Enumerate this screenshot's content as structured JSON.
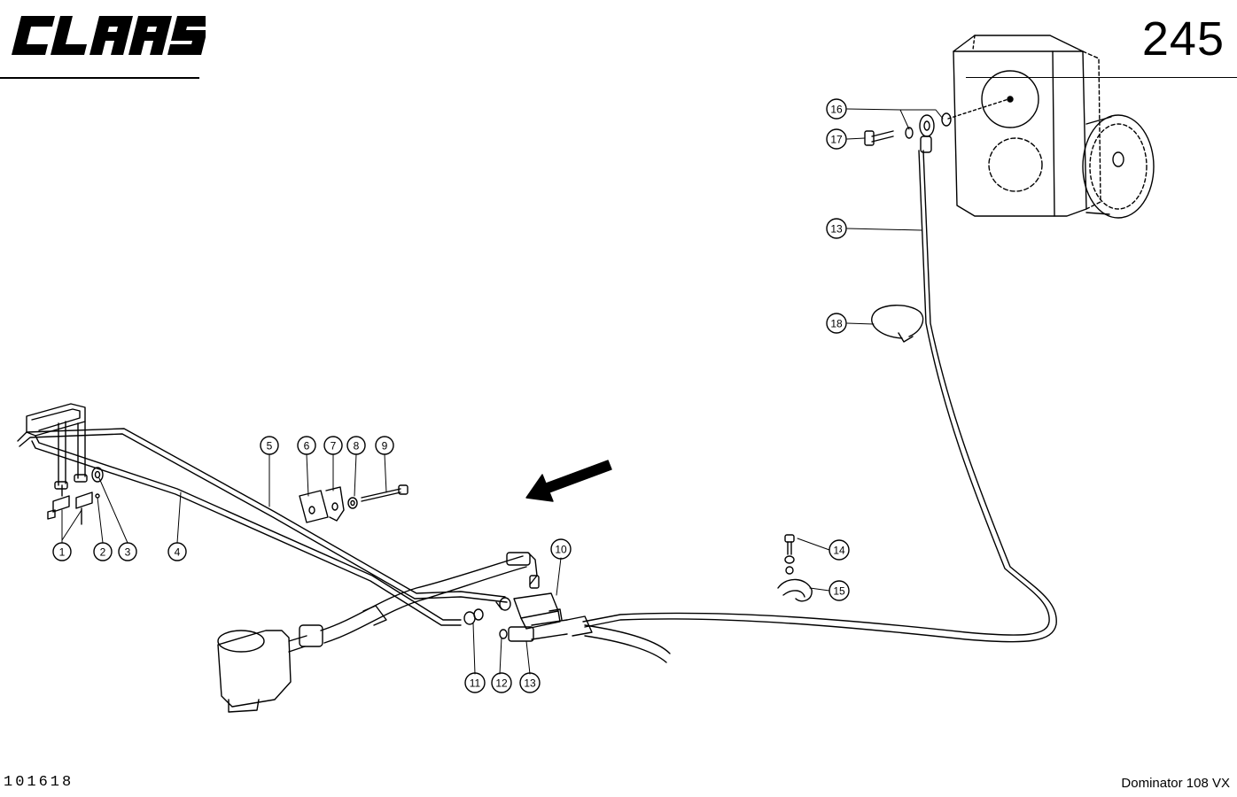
{
  "header": {
    "brand": "CLAAS",
    "page_number": "245"
  },
  "callouts": [
    {
      "id": "c1",
      "label": "1"
    },
    {
      "id": "c2",
      "label": "2"
    },
    {
      "id": "c3",
      "label": "3"
    },
    {
      "id": "c4",
      "label": "4"
    },
    {
      "id": "c5",
      "label": "5"
    },
    {
      "id": "c6",
      "label": "6"
    },
    {
      "id": "c7",
      "label": "7"
    },
    {
      "id": "c8",
      "label": "8"
    },
    {
      "id": "c9",
      "label": "9"
    },
    {
      "id": "c10",
      "label": "10"
    },
    {
      "id": "c11",
      "label": "11"
    },
    {
      "id": "c12",
      "label": "12"
    },
    {
      "id": "c13a",
      "label": "13"
    },
    {
      "id": "c13b",
      "label": "13"
    },
    {
      "id": "c14",
      "label": "14"
    },
    {
      "id": "c15",
      "label": "15"
    },
    {
      "id": "c16",
      "label": "16"
    },
    {
      "id": "c17",
      "label": "17"
    },
    {
      "id": "c18",
      "label": "18"
    }
  ],
  "footer": {
    "drawing_number": "101618",
    "model": "Dominator 108 VX"
  }
}
